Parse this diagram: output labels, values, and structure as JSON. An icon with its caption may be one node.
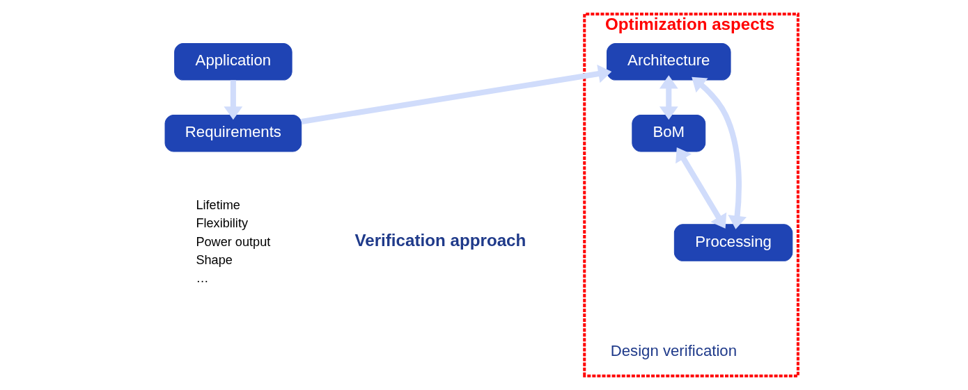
{
  "diagram": {
    "nodes": [
      {
        "text": [
          "Application"
        ]
      },
      {
        "text": [
          "Requirements"
        ]
      },
      {
        "text": [
          "Optimization aspects",
          "Design verification"
        ]
      },
      {
        "text": [
          "BoM"
        ],
        "in": 2
      },
      {
        "text": [
          "Architecture"
        ],
        "in": 2
      },
      {
        "text": [
          "Processing"
        ],
        "in": 2
      }
    ],
    "edges": [
      {
        "from": 0,
        "to": 1,
        "arrow": "to"
      },
      {
        "from": 1,
        "to": 4,
        "arrow": "to"
      },
      {
        "from": 4,
        "to": 3,
        "arrow": "both"
      },
      {
        "from": 3,
        "to": 5,
        "arrow": "both"
      },
      {
        "from": 4,
        "to": 5,
        "arrow": "both"
      }
    ],
    "labels": [
      "Lifetime",
      "Flexibility",
      "Power output",
      "Shape",
      "…",
      "Verification approach"
    ]
  }
}
